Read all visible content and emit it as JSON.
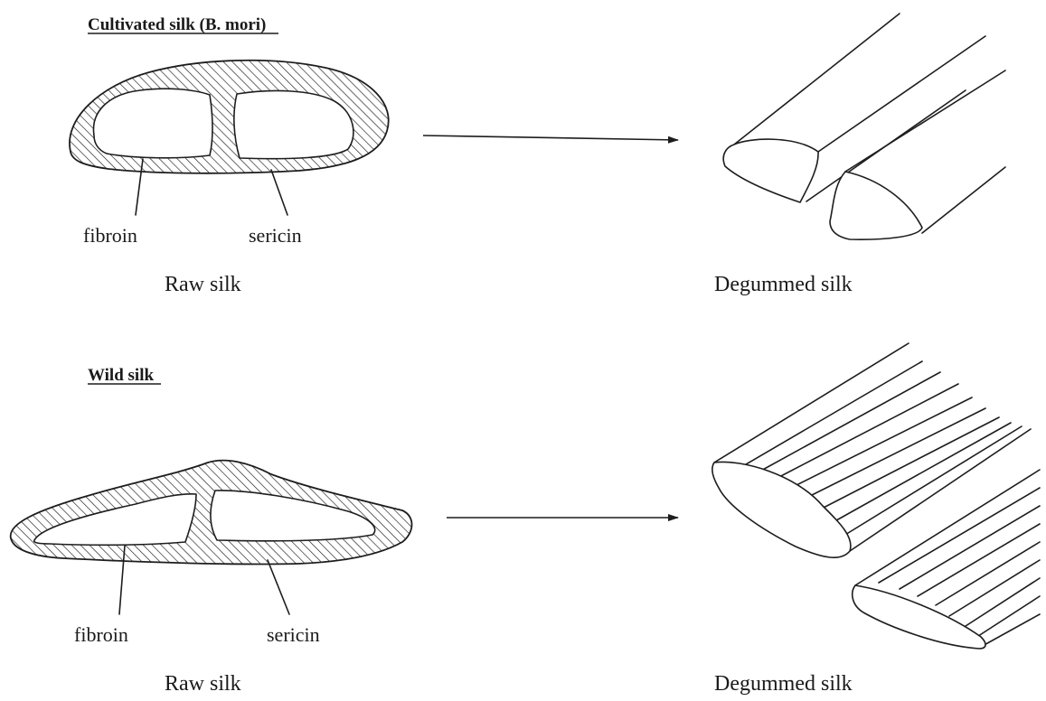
{
  "sections": [
    {
      "title": "Cultivated silk (B. mori)",
      "labels": {
        "fibroin": "fibroin",
        "sericin": "sericin"
      },
      "left_caption": "Raw silk",
      "right_caption": "Degummed silk"
    },
    {
      "title": "Wild silk",
      "labels": {
        "fibroin": "fibroin",
        "sericin": "sericin"
      },
      "left_caption": "Raw silk",
      "right_caption": "Degummed silk"
    }
  ],
  "colors": {
    "ink": "#1d1d1d",
    "background": "#ffffff"
  }
}
